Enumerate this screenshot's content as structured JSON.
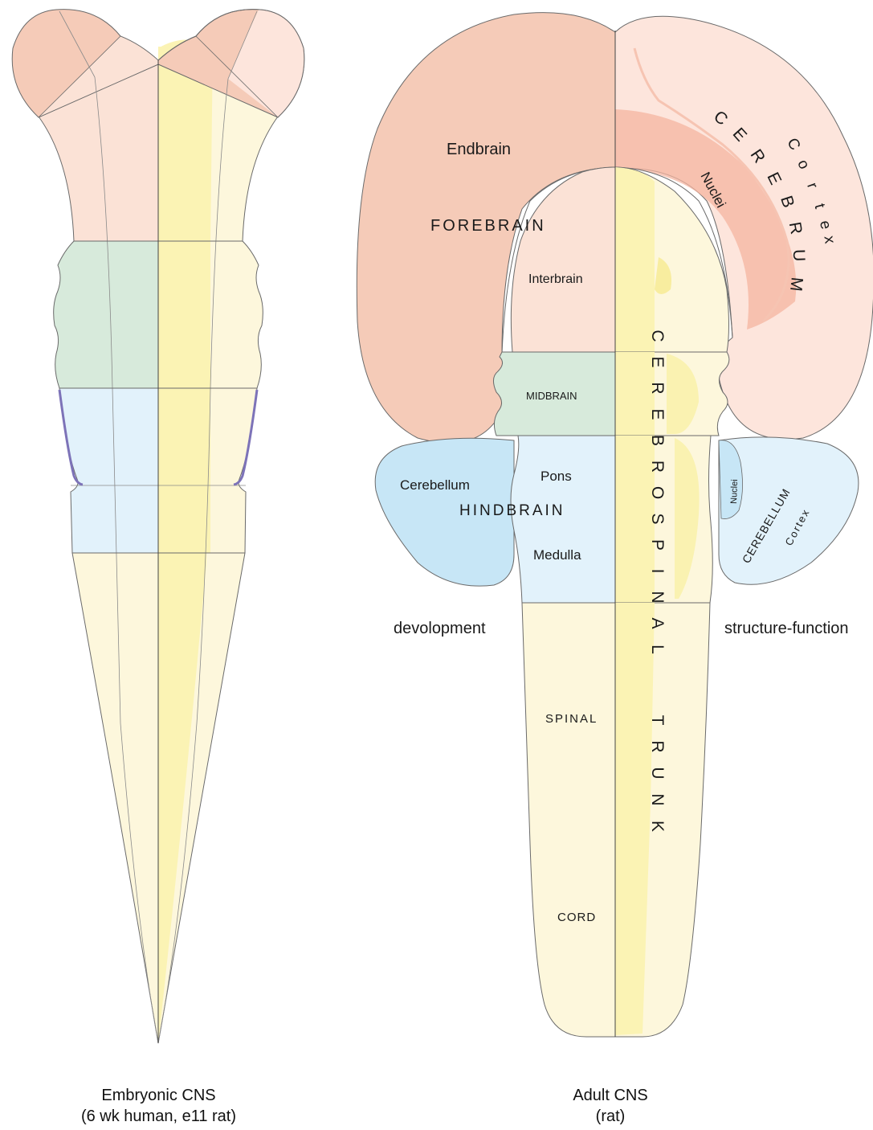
{
  "colors": {
    "forebrain_dark": "#f5cbb8",
    "forebrain_light": "#fbe2d6",
    "midbrain": "#d7eadb",
    "hindbrain_dark": "#c7e6f6",
    "hindbrain_light": "#e2f2fb",
    "spinal": "#fdf7dc",
    "midline_yellow": "#fbf3b4",
    "outline": "#6a6a6a",
    "sulcus_purple": "#7d73b8",
    "cortex_pink": "#fde5dc",
    "nuclei_pink": "#f4b4a0"
  },
  "embryo": {
    "caption_line1": "Embryonic CNS",
    "caption_line2": "(6 wk human, e11 rat)"
  },
  "adult": {
    "caption_line1": "Adult CNS",
    "caption_line2": "(rat)",
    "endbrain": "Endbrain",
    "forebrain": "FOREBRAIN",
    "interbrain": "Interbrain",
    "midbrain": "MIDBRAIN",
    "cerebellum": "Cerebellum",
    "pons": "Pons",
    "hindbrain": "HINDBRAIN",
    "medulla": "Medulla",
    "spinal": "SPINAL",
    "cord": "CORD",
    "development": "devolopment",
    "structure_function": "structure-function",
    "cerebrum": "CEREBRUM",
    "cortex": "Cortex",
    "nuclei": "Nuclei",
    "cerebrospinal": "CEREBROSPINAL",
    "trunk": "TRUNK",
    "cerebellum_caps": "CEREBELLUM",
    "cerebellum_cortex": "Cortex",
    "cerebellum_nuclei": "Nuclei"
  }
}
